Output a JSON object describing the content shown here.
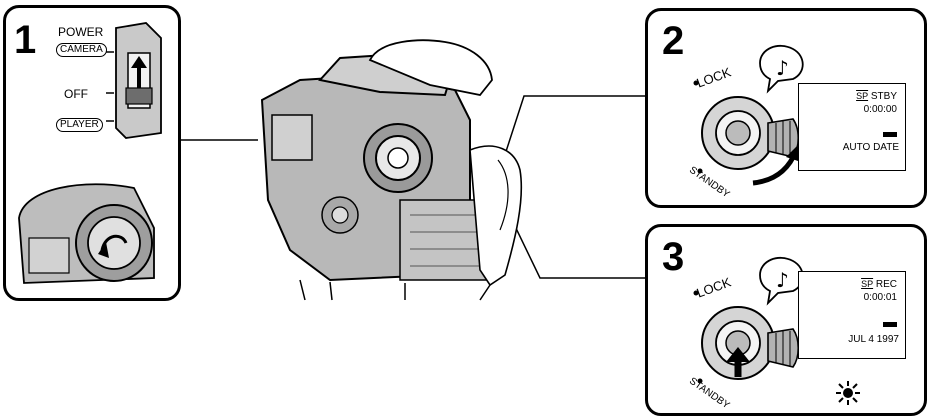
{
  "step1": {
    "number": "1",
    "power_label": "POWER",
    "camera_label": "CAMERA",
    "off_label": "OFF",
    "player_label": "PLAYER"
  },
  "step2": {
    "number": "2",
    "lock_label": "LOCK",
    "standby_label": "STANDBY",
    "lcd_mode": "STBY",
    "lcd_sp": "SP",
    "lcd_counter": "0:00:00",
    "lcd_footer": "AUTO DATE"
  },
  "step3": {
    "number": "3",
    "lock_label": "LOCK",
    "standby_label": "STANDBY",
    "lcd_mode": "REC",
    "lcd_sp": "SP",
    "lcd_counter": "0:00:01",
    "lcd_footer": "JUL 4 1997"
  }
}
